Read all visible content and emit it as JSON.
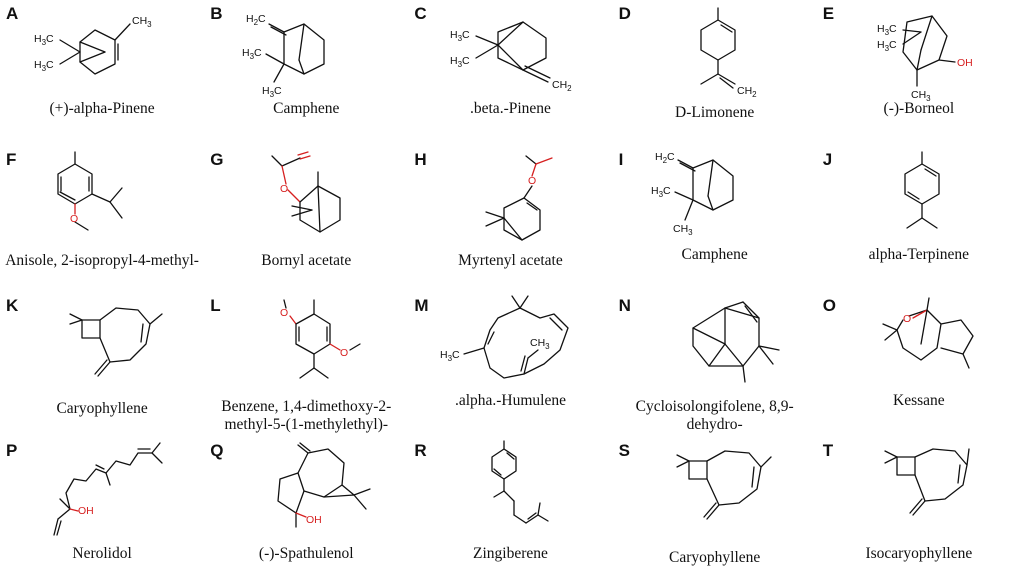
{
  "compounds": [
    {
      "letter": "A",
      "name": "(+)-alpha-Pinene"
    },
    {
      "letter": "B",
      "name": "Camphene"
    },
    {
      "letter": "C",
      "name": ".beta.-Pinene"
    },
    {
      "letter": "D",
      "name": "D-Limonene"
    },
    {
      "letter": "E",
      "name": "(-)-Borneol"
    },
    {
      "letter": "F",
      "name": "Anisole, 2-isopropyl-4-methyl-"
    },
    {
      "letter": "G",
      "name": "Bornyl acetate"
    },
    {
      "letter": "H",
      "name": "Myrtenyl acetate"
    },
    {
      "letter": "I",
      "name": "Camphene"
    },
    {
      "letter": "J",
      "name": "alpha-Terpinene"
    },
    {
      "letter": "K",
      "name": "Caryophyllene"
    },
    {
      "letter": "L",
      "name": "Benzene, 1,4-dimethoxy-2-methyl-5-(1-methylethyl)-"
    },
    {
      "letter": "M",
      "name": ".alpha.-Humulene"
    },
    {
      "letter": "N",
      "name": "Cycloisolongifolene, 8,9-dehydro-"
    },
    {
      "letter": "O",
      "name": "Kessane"
    },
    {
      "letter": "P",
      "name": "Nerolidol"
    },
    {
      "letter": "Q",
      "name": "(-)-Spathulenol"
    },
    {
      "letter": "R",
      "name": "Zingiberene"
    },
    {
      "letter": "S",
      "name": "Caryophyllene"
    },
    {
      "letter": "T",
      "name": "Isocaryophyllene"
    }
  ],
  "atom_labels": {
    "ch3": "CH3",
    "h3c": "H3C",
    "ch2": "CH2",
    "h2c": "H2C",
    "oh": "OH",
    "o": "O"
  }
}
